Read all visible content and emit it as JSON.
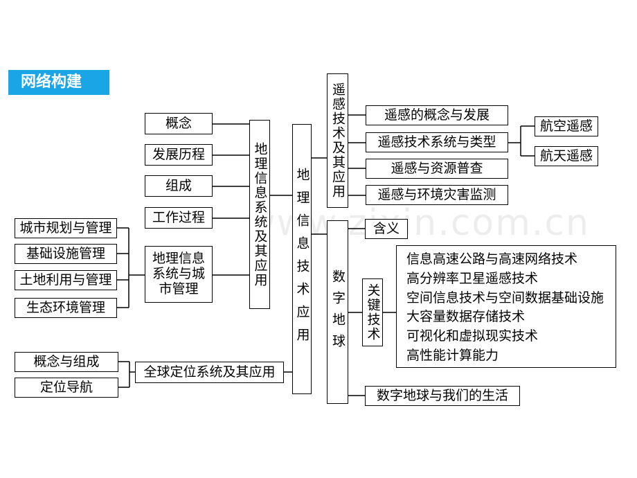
{
  "banner": "网络构建",
  "watermark": "www.zixin.com.cn",
  "center": "地理信息技术应用",
  "gis": {
    "title": "地理信息系统及其应用",
    "items": [
      "概念",
      "发展历程",
      "组成",
      "工作过程",
      "地理信息系统与城市管理"
    ],
    "city_items": [
      "城市规划与管理",
      "基础设施管理",
      "土地利用与管理",
      "生态环境管理"
    ]
  },
  "rs": {
    "title": "遥感技术及其应用",
    "items": [
      "遥感的概念与发展",
      "遥感技术系统与类型",
      "遥感与资源普查",
      "遥感与环境灾害监测"
    ],
    "types": [
      "航空遥感",
      "航天遥感"
    ]
  },
  "digital_earth": {
    "title": "数字地球",
    "meaning": "含义",
    "key_tech_label": "关键技术",
    "key_tech": [
      "信息高速公路与高速网络技术",
      "高分辨率卫星遥感技术",
      "空间信息技术与空间数据基础设施",
      "大容量数据存储技术",
      "可视化和虚拟现实技术",
      "高性能计算能力"
    ],
    "life": "数字地球与我们的生活"
  },
  "gps": {
    "title": "全球定位系统及其应用",
    "items": [
      "概念与组成",
      "定位导航"
    ]
  }
}
